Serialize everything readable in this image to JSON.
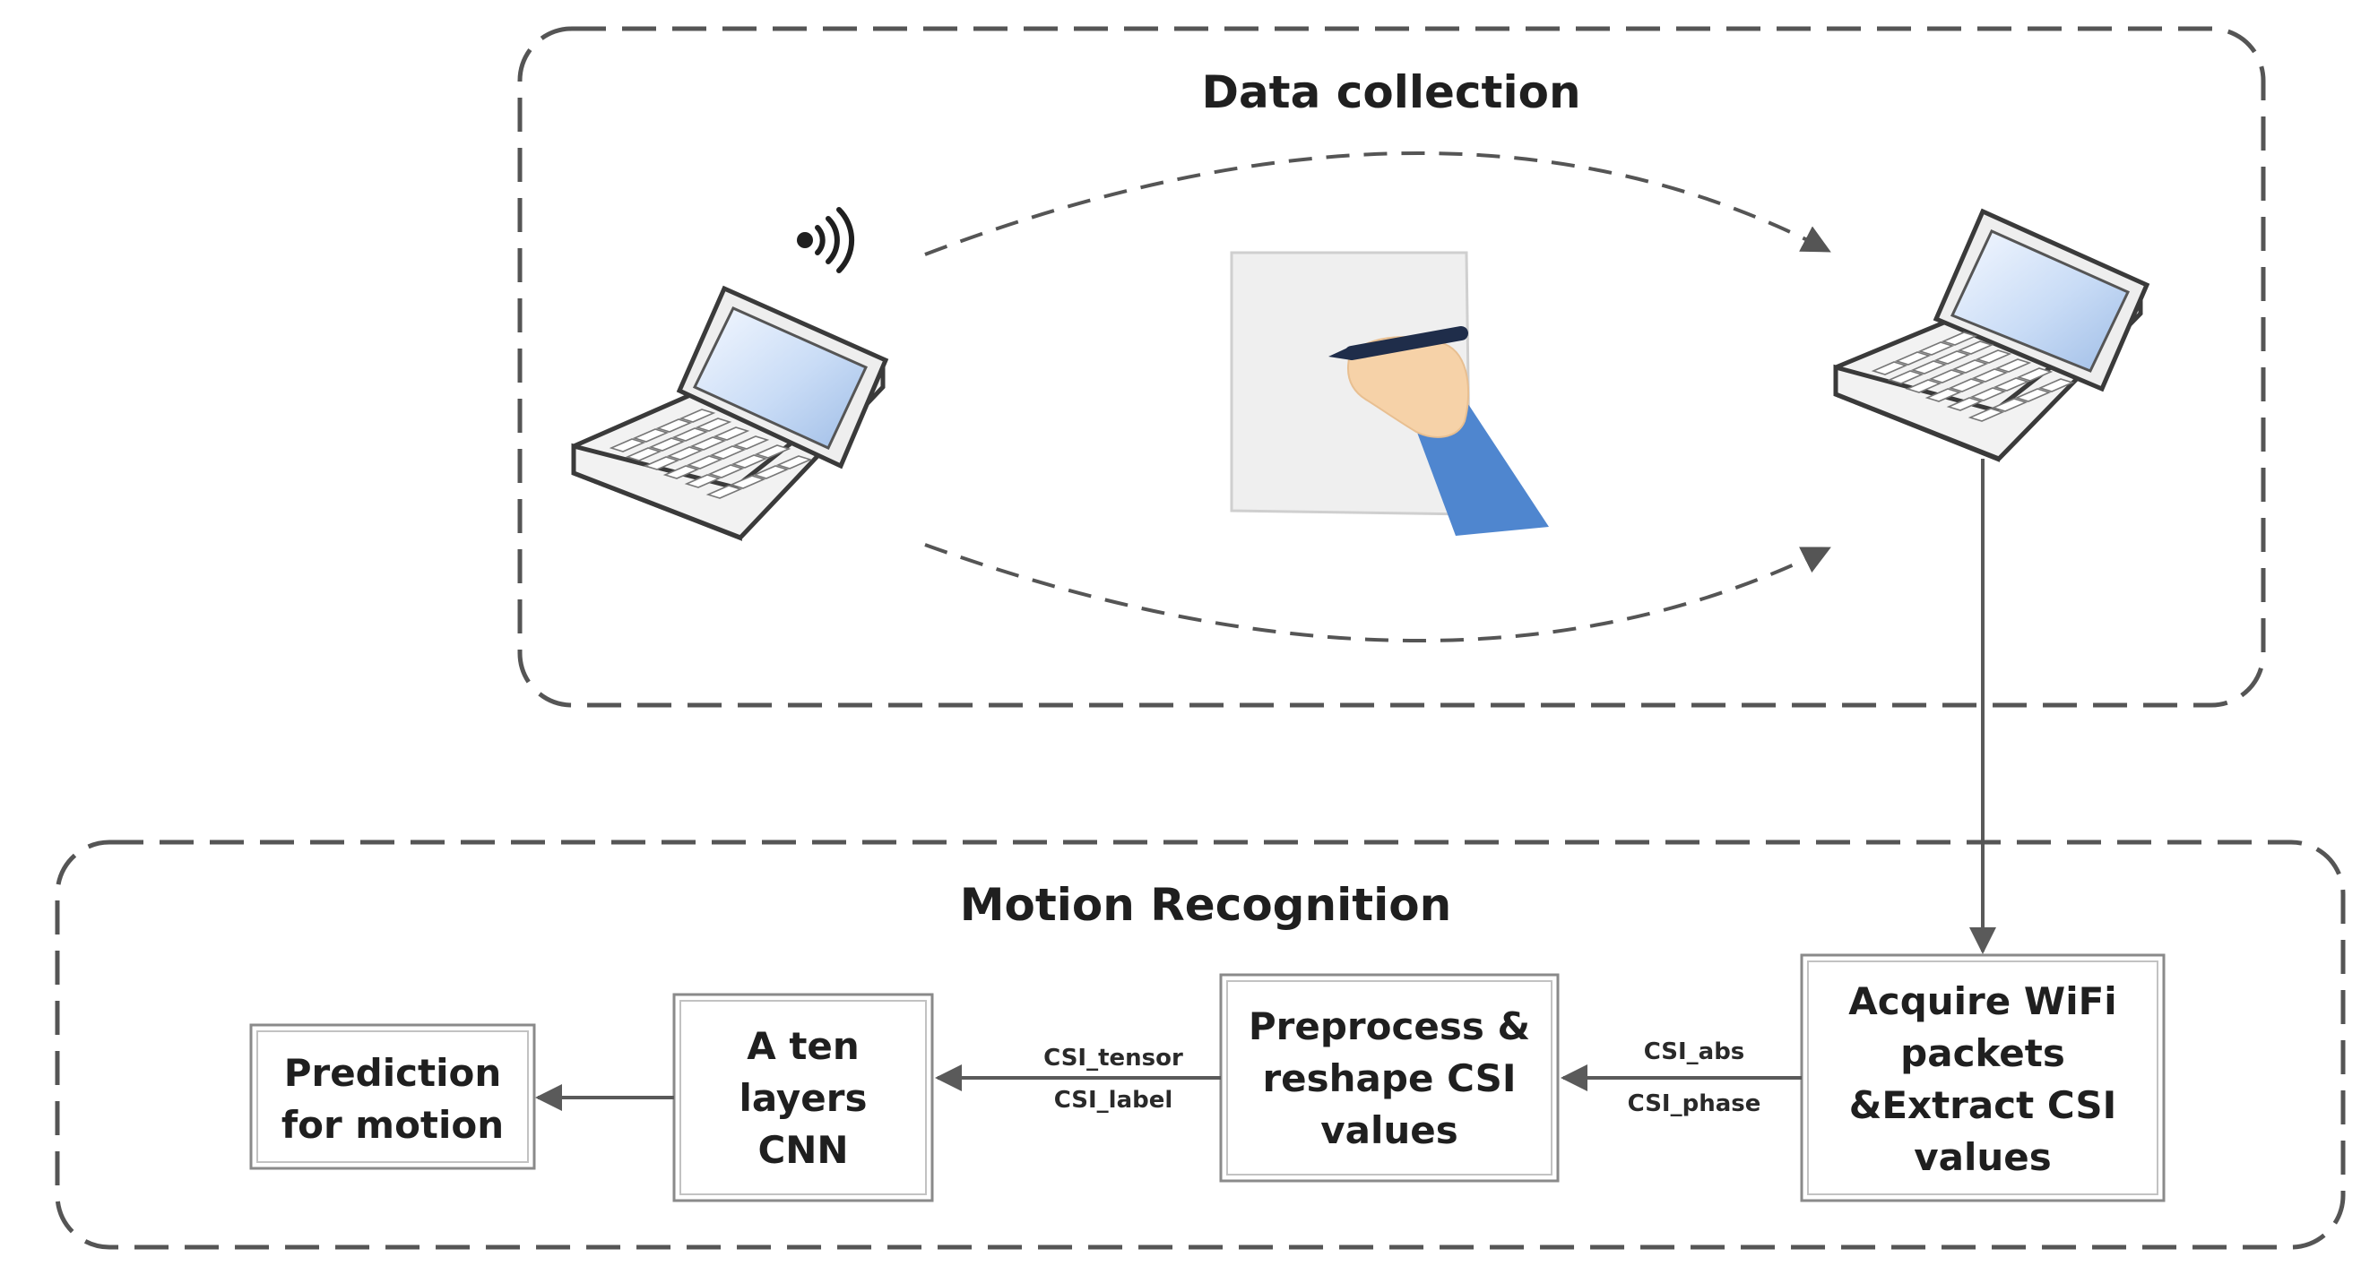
{
  "groups": {
    "data_collection": {
      "title": "Data collection"
    },
    "motion_recognition": {
      "title": "Motion Recognition"
    }
  },
  "steps": {
    "acquire": {
      "lines": [
        "Acquire WiFi",
        "packets",
        "&Extract CSI",
        "values"
      ]
    },
    "preprocess": {
      "lines": [
        "Preprocess &",
        "reshape CSI",
        "values"
      ]
    },
    "cnn": {
      "lines": [
        "A ten",
        "layers",
        "CNN"
      ]
    },
    "prediction": {
      "lines": [
        "Prediction",
        "for motion"
      ]
    }
  },
  "edges": {
    "acquire_to_preprocess": {
      "labels": [
        "CSI_abs",
        "CSI_phase"
      ]
    },
    "preprocess_to_cnn": {
      "labels": [
        "CSI_tensor",
        "CSI_label"
      ]
    }
  },
  "icons": {
    "transmitter": "laptop-transmitter-icon",
    "receiver": "laptop-receiver-icon",
    "signal": "wifi-signal-icon",
    "gesture": "hand-writing-on-paper-icon"
  },
  "colors": {
    "frame": "#555555",
    "arrow": "#5a5a5a",
    "sleeve": "#4f86cf",
    "skin": "#f6d2a8",
    "paper": "#efefef",
    "pen": "#1f2d4a"
  }
}
